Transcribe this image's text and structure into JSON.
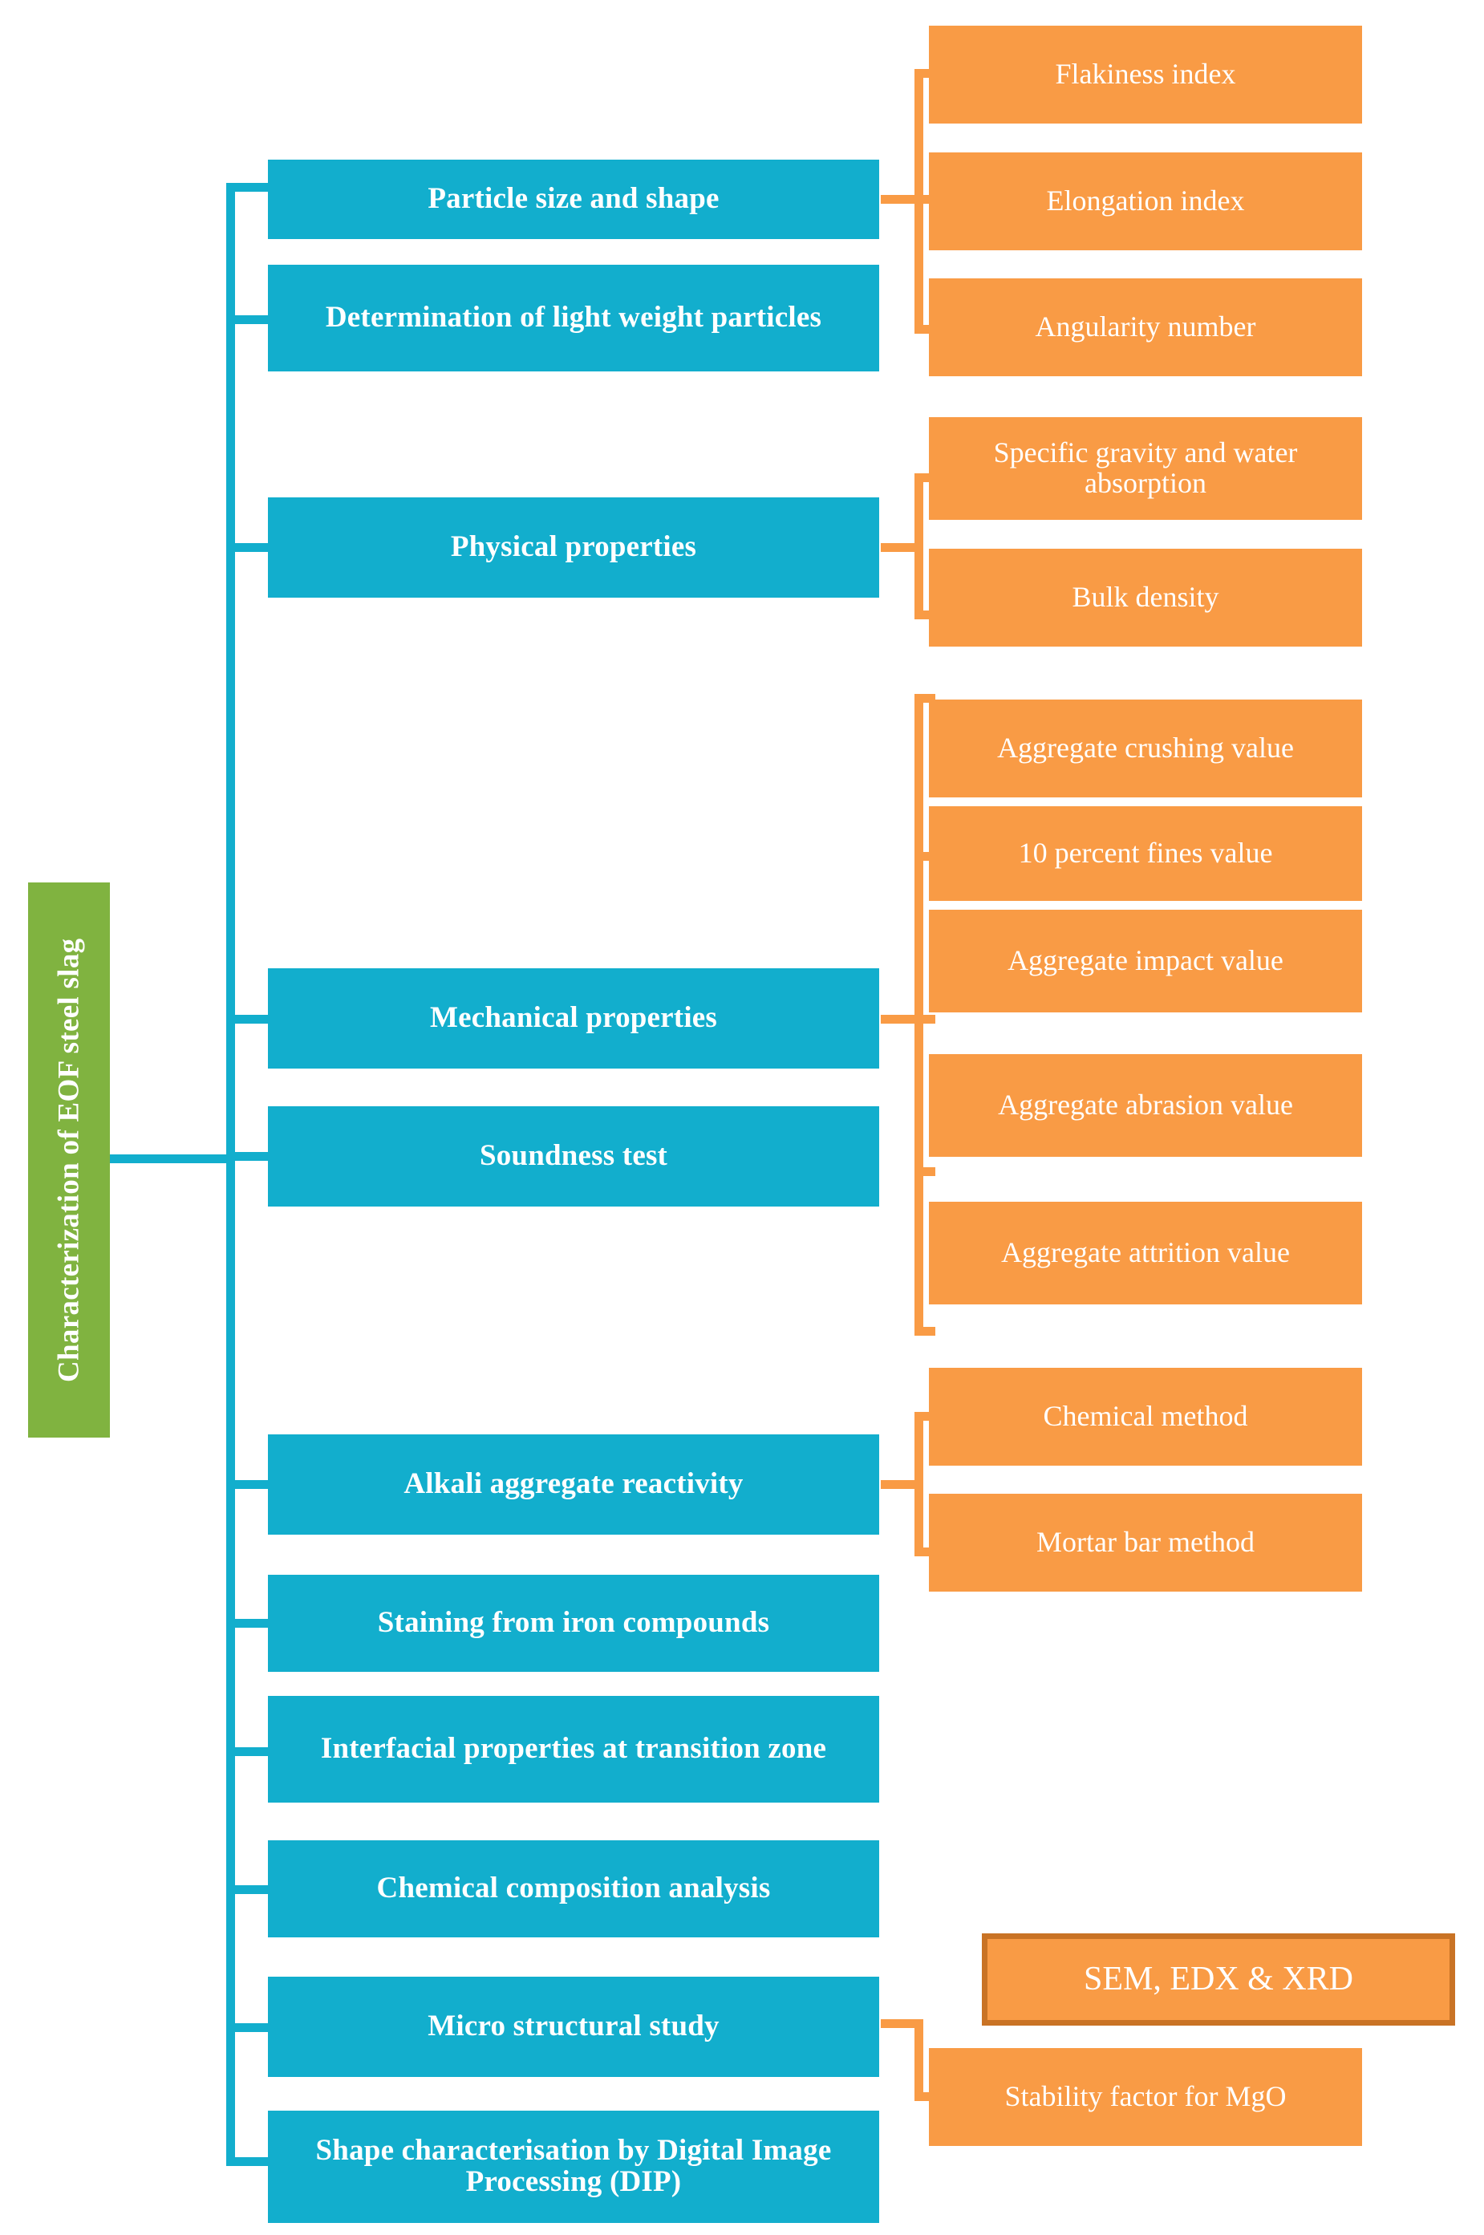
{
  "colors": {
    "primary_blue": "#12AECD",
    "accent_orange": "#F99B45",
    "root_green": "#80B340",
    "outline_brown": "#C97325",
    "text_white": "#FFFFFF",
    "background": "#FFFFFF"
  },
  "root": {
    "label": "Characterization of EOF steel slag"
  },
  "branches": [
    {
      "id": "particle-size-and-shape",
      "label": "Particle size and shape"
    },
    {
      "id": "determination-of-light-weight-particles",
      "label": "Determination of  light weight particles"
    },
    {
      "id": "physical-properties",
      "label": "Physical properties"
    },
    {
      "id": "mechanical-properties",
      "label": "Mechanical properties"
    },
    {
      "id": "soundness-test",
      "label": "Soundness test"
    },
    {
      "id": "alkali-aggregate-reactivity",
      "label": "Alkali  aggregate reactivity"
    },
    {
      "id": "staining-from-iron-compounds",
      "label": "Staining from iron compounds"
    },
    {
      "id": "interfacial-properties-at-transition-zone",
      "label": "Interfacial properties at transition zone"
    },
    {
      "id": "chemical-composition-analysis",
      "label": "Chemical composition analysis"
    },
    {
      "id": "micro-structural-study",
      "label": "Micro structural study"
    },
    {
      "id": "shape-characterisation-by-dip",
      "label": "Shape characterisation by Digital Image Processing (DIP)"
    }
  ],
  "leaves": {
    "shape_group": [
      {
        "id": "flakiness-index",
        "label": "Flakiness index"
      },
      {
        "id": "elongation-index",
        "label": "Elongation index"
      },
      {
        "id": "angularity-number",
        "label": "Angularity number"
      }
    ],
    "physical_group": [
      {
        "id": "specific-gravity-and-water-absorption",
        "label": "Specific gravity and water absorption"
      },
      {
        "id": "bulk-density",
        "label": "Bulk density"
      }
    ],
    "mechanical_group": [
      {
        "id": "aggregate-crushing-value",
        "label": "Aggregate  crushing value"
      },
      {
        "id": "ten-percent-fines-value",
        "label": "10 percent fines value"
      },
      {
        "id": "aggregate-impact-value",
        "label": "Aggregate  impact value"
      },
      {
        "id": "aggregate-abrasion-value",
        "label": "Aggregate  abrasion value"
      },
      {
        "id": "aggregate-attrition-value",
        "label": "Aggregate  attrition value"
      }
    ],
    "alkali_group": [
      {
        "id": "chemical-method",
        "label": "Chemical method"
      },
      {
        "id": "mortar-bar-method",
        "label": "Mortar bar method"
      }
    ],
    "analysis_group": [
      {
        "id": "sem-edx-xrd",
        "label": "SEM, EDX & XRD"
      }
    ],
    "micro_group": [
      {
        "id": "stability-factor-for-mgo",
        "label": "Stability factor for MgO"
      }
    ]
  }
}
